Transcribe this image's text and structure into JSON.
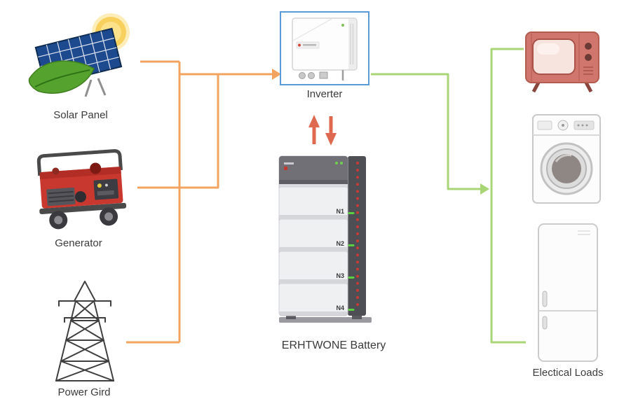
{
  "diagram": {
    "nodes": {
      "solar_panel": {
        "label": "Solar Panel"
      },
      "generator": {
        "label": "Generator"
      },
      "power_grid": {
        "label": "Power Gird"
      },
      "inverter": {
        "label": "Inverter"
      },
      "battery": {
        "label": "ERHTWONE Battery",
        "modules": [
          "N1",
          "N2",
          "N3",
          "N4"
        ]
      },
      "electrical_loads": {
        "label": "Electical Loads"
      }
    },
    "colors": {
      "source_line": "#f2a35f",
      "battery_arrow": "#df6950",
      "load_line": "#a8d677",
      "inverter_border": "#5b9bd5",
      "label_text": "#3b3b3b"
    }
  }
}
